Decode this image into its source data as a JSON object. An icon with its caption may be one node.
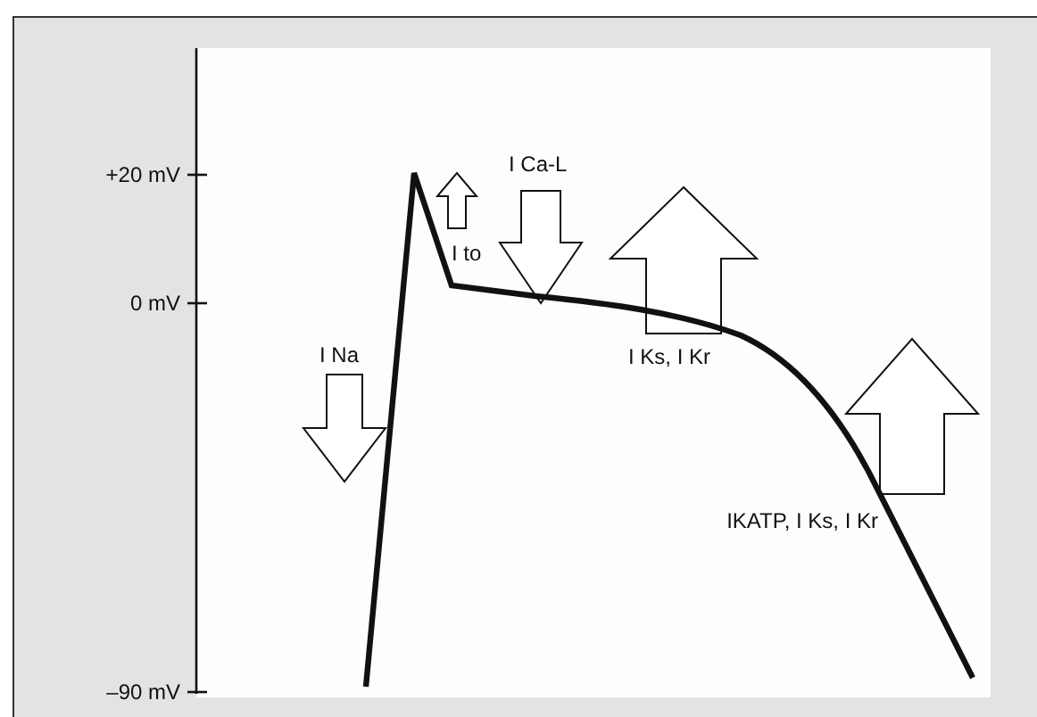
{
  "diagram": {
    "labels": [
      "+20 mV",
      "0 mV",
      "–90 mV",
      "I Na",
      "I to",
      "I Ca-L",
      "I Ks, I Kr",
      "IKATP, I Ks, I Kr"
    ]
  }
}
